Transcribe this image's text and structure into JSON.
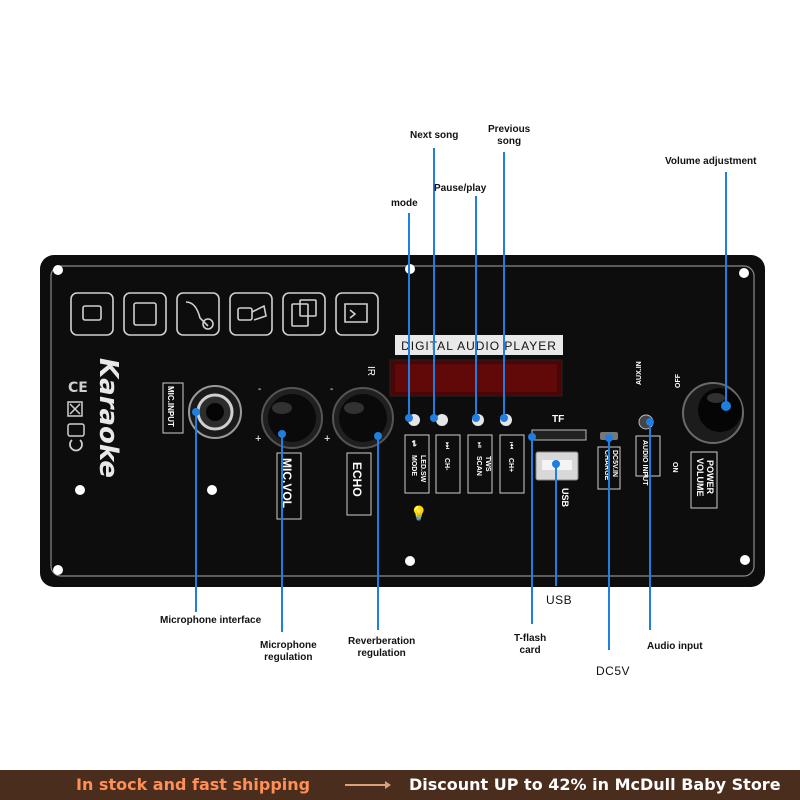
{
  "panel": {
    "title": "DIGITAL AUDIO PLAYER",
    "logo_text": "Karaoke",
    "mic_input_label": "MIC.INPUT",
    "ir_label": "IR",
    "mic_vol_label": "MIC.VOL",
    "echo_label": "ECHO",
    "tf_label": "TF",
    "usb_label": "USB",
    "charge_label": "CHARGE",
    "dc5v_in_label": "DC5V.IN",
    "aux_in_label": "AUX.IN",
    "audio_input_label": "AUDIO INPUT",
    "volume_label": "VOLUME",
    "power_label": "POWER",
    "off_label": "OFF",
    "on_label": "ON",
    "buttons": [
      {
        "top": "MODE",
        "bottom": "LED.SW",
        "icon": "mode-switch-icon"
      },
      {
        "top": "CH-",
        "bottom": "",
        "icon": "previous-icon"
      },
      {
        "top": "SCAN",
        "bottom": "TWS",
        "icon": "play-pause-icon"
      },
      {
        "top": "CH+",
        "bottom": "",
        "icon": "next-icon"
      }
    ],
    "top_icons": [
      "battery-icon",
      "tf-card-icon",
      "microphone-icon",
      "usb-icon",
      "bluetooth-icon",
      "tws-icon"
    ]
  },
  "callouts": {
    "next_song": "Next song",
    "previous_song_line1": "Previous",
    "previous_song_line2": "song",
    "pause_play": "Pause/play",
    "mode": "mode",
    "volume_adjustment": "Volume adjustment",
    "microphone_interface": "Microphone interface",
    "microphone_regulation_line1": "Microphone",
    "microphone_regulation_line2": "regulation",
    "reverberation_regulation_line1": "Reverberation",
    "reverberation_regulation_line2": "regulation",
    "t_flash_card_line1": "T-flash",
    "t_flash_card_line2": "card",
    "usb": "USB",
    "dc5v": "DC5V",
    "audio_input": "Audio input"
  },
  "banner": {
    "left_text": "In stock and fast shipping",
    "right_text": "Discount UP to 42% in McDull Baby Store"
  },
  "colors": {
    "panel": "#0d0d0d",
    "pointer": "#1e7fe0",
    "banner_bg": "#4a2d1c",
    "banner_left": "#ff8f57",
    "display_red": "#6b0a0a"
  }
}
